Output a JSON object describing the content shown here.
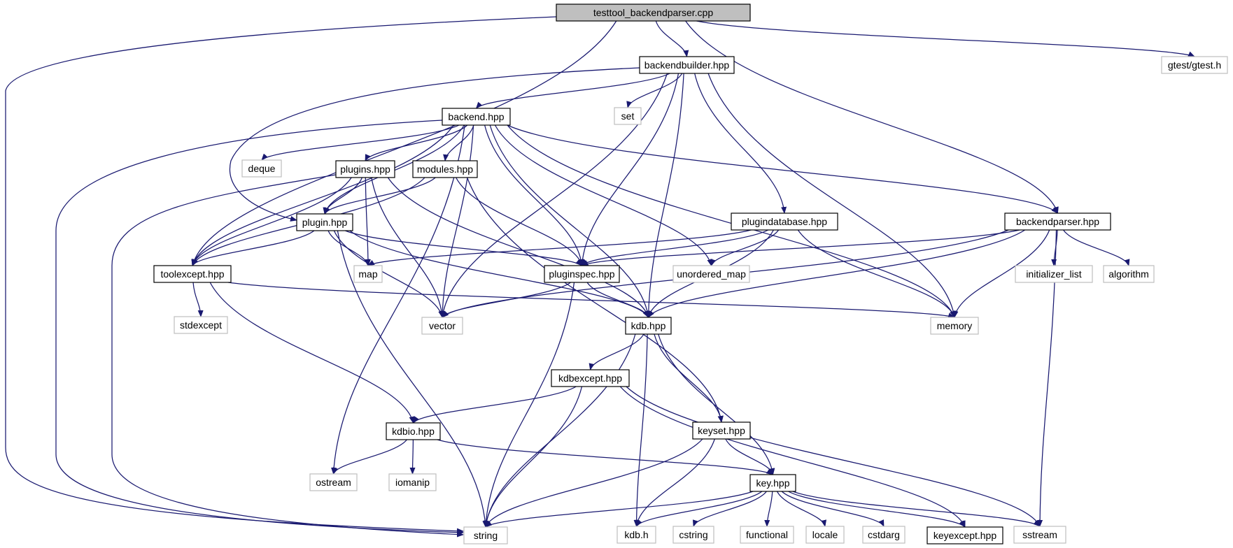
{
  "colors": {
    "edge": "#191970",
    "node_border": "#000000",
    "external_border": "#bfbfbf",
    "root_fill": "#bfbfbf",
    "background": "#ffffff"
  },
  "nodes": [
    {
      "id": "root",
      "label": "testtool_backendparser.cpp",
      "kind": "root"
    },
    {
      "id": "backendbuilder",
      "label": "backendbuilder.hpp",
      "kind": "header"
    },
    {
      "id": "gtest",
      "label": "gtest/gtest.h",
      "kind": "external"
    },
    {
      "id": "set",
      "label": "set",
      "kind": "external"
    },
    {
      "id": "backend",
      "label": "backend.hpp",
      "kind": "header"
    },
    {
      "id": "deque",
      "label": "deque",
      "kind": "external"
    },
    {
      "id": "plugins",
      "label": "plugins.hpp",
      "kind": "header"
    },
    {
      "id": "modules",
      "label": "modules.hpp",
      "kind": "header"
    },
    {
      "id": "plugin",
      "label": "plugin.hpp",
      "kind": "header"
    },
    {
      "id": "plugindatabase",
      "label": "plugindatabase.hpp",
      "kind": "header"
    },
    {
      "id": "backendparser",
      "label": "backendparser.hpp",
      "kind": "header"
    },
    {
      "id": "toolexcept",
      "label": "toolexcept.hpp",
      "kind": "header"
    },
    {
      "id": "map",
      "label": "map",
      "kind": "external"
    },
    {
      "id": "pluginspec",
      "label": "pluginspec.hpp",
      "kind": "header"
    },
    {
      "id": "unordered_map",
      "label": "unordered_map",
      "kind": "external"
    },
    {
      "id": "initializer_list",
      "label": "initializer_list",
      "kind": "external"
    },
    {
      "id": "algorithm",
      "label": "algorithm",
      "kind": "external"
    },
    {
      "id": "stdexcept",
      "label": "stdexcept",
      "kind": "external"
    },
    {
      "id": "vector",
      "label": "vector",
      "kind": "external"
    },
    {
      "id": "kdb",
      "label": "kdb.hpp",
      "kind": "header"
    },
    {
      "id": "memory",
      "label": "memory",
      "kind": "external"
    },
    {
      "id": "kdbexcept",
      "label": "kdbexcept.hpp",
      "kind": "header"
    },
    {
      "id": "kdbio",
      "label": "kdbio.hpp",
      "kind": "header"
    },
    {
      "id": "keyset",
      "label": "keyset.hpp",
      "kind": "header"
    },
    {
      "id": "ostream",
      "label": "ostream",
      "kind": "external"
    },
    {
      "id": "iomanip",
      "label": "iomanip",
      "kind": "external"
    },
    {
      "id": "key",
      "label": "key.hpp",
      "kind": "header"
    },
    {
      "id": "string",
      "label": "string",
      "kind": "external"
    },
    {
      "id": "kdbh",
      "label": "kdb.h",
      "kind": "external"
    },
    {
      "id": "cstring",
      "label": "cstring",
      "kind": "external"
    },
    {
      "id": "functional",
      "label": "functional",
      "kind": "external"
    },
    {
      "id": "locale",
      "label": "locale",
      "kind": "external"
    },
    {
      "id": "cstdarg",
      "label": "cstdarg",
      "kind": "external"
    },
    {
      "id": "keyexcept",
      "label": "keyexcept.hpp",
      "kind": "header"
    },
    {
      "id": "sstream",
      "label": "sstream",
      "kind": "external"
    }
  ],
  "edges": [
    {
      "from": "root",
      "to": "backendbuilder"
    },
    {
      "from": "root",
      "to": "gtest"
    },
    {
      "from": "root",
      "to": "string"
    },
    {
      "from": "root",
      "to": "toolexcept"
    },
    {
      "from": "root",
      "to": "backendparser"
    },
    {
      "from": "backendbuilder",
      "to": "backend"
    },
    {
      "from": "backendbuilder",
      "to": "set"
    },
    {
      "from": "backendbuilder",
      "to": "plugin"
    },
    {
      "from": "backendbuilder",
      "to": "vector"
    },
    {
      "from": "backendbuilder",
      "to": "pluginspec"
    },
    {
      "from": "backendbuilder",
      "to": "plugindatabase"
    },
    {
      "from": "backendbuilder",
      "to": "kdb"
    },
    {
      "from": "backendbuilder",
      "to": "memory"
    },
    {
      "from": "backend",
      "to": "deque"
    },
    {
      "from": "backend",
      "to": "plugins"
    },
    {
      "from": "backend",
      "to": "modules"
    },
    {
      "from": "backend",
      "to": "plugin"
    },
    {
      "from": "backend",
      "to": "toolexcept"
    },
    {
      "from": "backend",
      "to": "string"
    },
    {
      "from": "backend",
      "to": "ostream"
    },
    {
      "from": "backend",
      "to": "vector"
    },
    {
      "from": "backend",
      "to": "pluginspec"
    },
    {
      "from": "backend",
      "to": "kdb"
    },
    {
      "from": "backend",
      "to": "unordered_map"
    },
    {
      "from": "backend",
      "to": "memory"
    },
    {
      "from": "backend",
      "to": "backendparser"
    },
    {
      "from": "plugins",
      "to": "plugin"
    },
    {
      "from": "plugins",
      "to": "toolexcept"
    },
    {
      "from": "plugins",
      "to": "map"
    },
    {
      "from": "plugins",
      "to": "vector"
    },
    {
      "from": "plugins",
      "to": "kdb"
    },
    {
      "from": "plugins",
      "to": "string"
    },
    {
      "from": "modules",
      "to": "plugin"
    },
    {
      "from": "modules",
      "to": "toolexcept"
    },
    {
      "from": "modules",
      "to": "pluginspec"
    },
    {
      "from": "modules",
      "to": "keyset"
    },
    {
      "from": "plugin",
      "to": "toolexcept"
    },
    {
      "from": "plugin",
      "to": "map"
    },
    {
      "from": "plugin",
      "to": "pluginspec"
    },
    {
      "from": "plugin",
      "to": "vector"
    },
    {
      "from": "plugin",
      "to": "kdb"
    },
    {
      "from": "plugin",
      "to": "string"
    },
    {
      "from": "plugindatabase",
      "to": "map"
    },
    {
      "from": "plugindatabase",
      "to": "pluginspec"
    },
    {
      "from": "plugindatabase",
      "to": "unordered_map"
    },
    {
      "from": "plugindatabase",
      "to": "kdb"
    },
    {
      "from": "plugindatabase",
      "to": "memory"
    },
    {
      "from": "backendparser",
      "to": "pluginspec"
    },
    {
      "from": "backendparser",
      "to": "vector"
    },
    {
      "from": "backendparser",
      "to": "kdb"
    },
    {
      "from": "backendparser",
      "to": "initializer_list"
    },
    {
      "from": "backendparser",
      "to": "algorithm"
    },
    {
      "from": "backendparser",
      "to": "memory"
    },
    {
      "from": "backendparser",
      "to": "sstream"
    },
    {
      "from": "toolexcept",
      "to": "stdexcept"
    },
    {
      "from": "toolexcept",
      "to": "memory"
    },
    {
      "from": "toolexcept",
      "to": "kdbio"
    },
    {
      "from": "pluginspec",
      "to": "vector"
    },
    {
      "from": "pluginspec",
      "to": "kdb"
    },
    {
      "from": "pluginspec",
      "to": "string"
    },
    {
      "from": "kdb",
      "to": "kdbexcept"
    },
    {
      "from": "kdb",
      "to": "string"
    },
    {
      "from": "kdb",
      "to": "kdbh"
    },
    {
      "from": "kdb",
      "to": "keyset"
    },
    {
      "from": "kdb",
      "to": "key"
    },
    {
      "from": "kdbexcept",
      "to": "kdbio"
    },
    {
      "from": "kdbexcept",
      "to": "string"
    },
    {
      "from": "kdbexcept",
      "to": "keyexcept"
    },
    {
      "from": "kdbexcept",
      "to": "sstream"
    },
    {
      "from": "kdbio",
      "to": "ostream"
    },
    {
      "from": "kdbio",
      "to": "iomanip"
    },
    {
      "from": "kdbio",
      "to": "key"
    },
    {
      "from": "keyset",
      "to": "key"
    },
    {
      "from": "keyset",
      "to": "string"
    },
    {
      "from": "keyset",
      "to": "kdbh"
    },
    {
      "from": "key",
      "to": "string"
    },
    {
      "from": "key",
      "to": "kdbh"
    },
    {
      "from": "key",
      "to": "cstring"
    },
    {
      "from": "key",
      "to": "functional"
    },
    {
      "from": "key",
      "to": "locale"
    },
    {
      "from": "key",
      "to": "cstdarg"
    },
    {
      "from": "key",
      "to": "keyexcept"
    },
    {
      "from": "key",
      "to": "sstream"
    }
  ]
}
